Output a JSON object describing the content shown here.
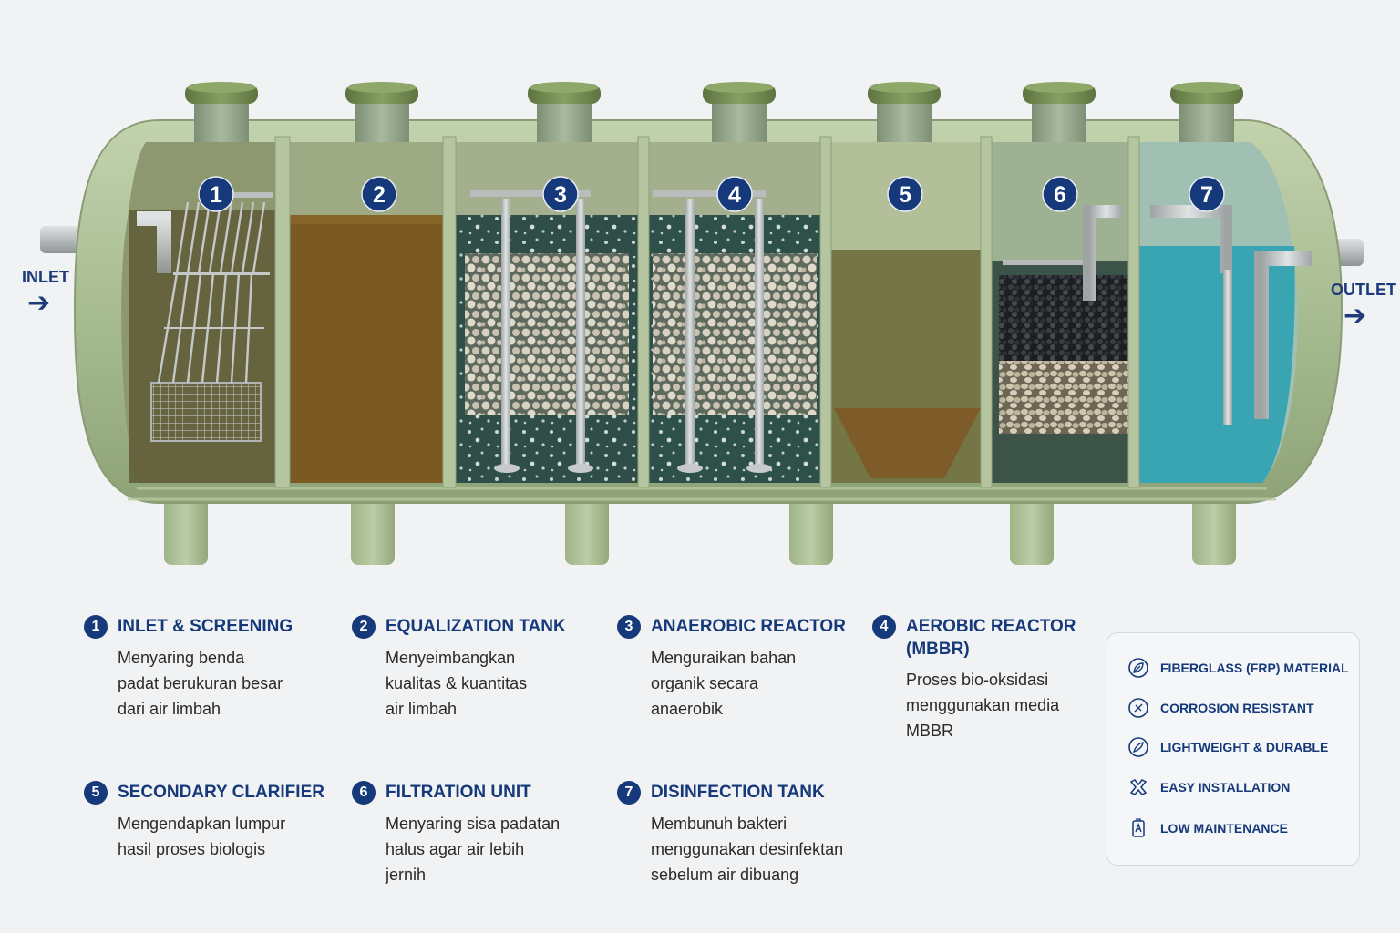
{
  "flow": {
    "inlet_label": "INLET",
    "outlet_label": "OUTLET"
  },
  "chambers": [
    "1",
    "2",
    "3",
    "4",
    "5",
    "6",
    "7"
  ],
  "steps": [
    {
      "num": "1",
      "title": "INLET & SCREENING",
      "desc": "Menyaring benda\npadat berukuran besar\ndari air limbah"
    },
    {
      "num": "2",
      "title": "EQUALIZATION TANK",
      "desc": "Menyeimbangkan\nkualitas & kuantitas\nair limbah"
    },
    {
      "num": "3",
      "title": "ANAEROBIC REACTOR",
      "desc": "Menguraikan bahan\norganik secara\nanaerobik"
    },
    {
      "num": "4",
      "title": "AEROBIC REACTOR (MBBR)",
      "desc": "Proses bio-oksidasi\nmenggunakan media\nMBBR"
    },
    {
      "num": "5",
      "title": "SECONDARY CLARIFIER",
      "desc": "Mengendapkan lumpur\nhasil proses biologis"
    },
    {
      "num": "6",
      "title": "FILTRATION UNIT",
      "desc": "Menyaring sisa padatan\nhalus agar air lebih\njernih"
    },
    {
      "num": "7",
      "title": "DISINFECTION TANK",
      "desc": "Membunuh bakteri\nmenggunakan desinfektan\nsebelum air dibuang"
    }
  ],
  "features": [
    {
      "icon": "leaf-icon",
      "label": "FIBERGLASS (FRP) MATERIAL"
    },
    {
      "icon": "shield-icon",
      "label": "CORROSION RESISTANT"
    },
    {
      "icon": "feather-icon",
      "label": "LIGHTWEIGHT & DURABLE"
    },
    {
      "icon": "tools-icon",
      "label": "EASY INSTALLATION"
    },
    {
      "icon": "maintenance-icon",
      "label": "LOW MAINTENANCE"
    }
  ],
  "colors": {
    "tank_frp": "#a9bd94",
    "accent_navy": "#15397a",
    "cap_green": "#6f8a4f",
    "chamber1_water": "#5e5a36",
    "chamber2_water": "#7a5a22",
    "chamber3_water": "#2f4e4a",
    "chamber4_water": "#2e504b",
    "chamber5_water": "#6e6e3c",
    "chamber6_water": "#3c5349",
    "chamber7_water": "#3aa5b2"
  }
}
